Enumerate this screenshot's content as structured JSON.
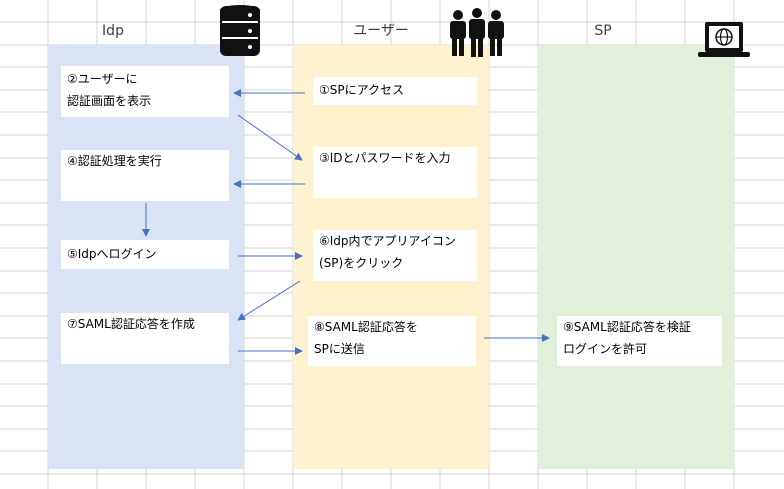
{
  "lanes": {
    "idp": "Idp",
    "user": "ユーザー",
    "sp": "SP"
  },
  "icons": {
    "idp": "database-icon",
    "user": "users-icon",
    "sp": "laptop-globe-icon"
  },
  "steps": {
    "s1": [
      "①SPにアクセス"
    ],
    "s2": [
      "②ユーザーに",
      "認証画面を表示"
    ],
    "s3": [
      "③IDとパスワードを入力"
    ],
    "s4": [
      "④認証処理を実行"
    ],
    "s5": [
      "⑤Idpへログイン"
    ],
    "s6": [
      "⑥Idp内でアプリアイコン",
      "(SP)をクリック"
    ],
    "s7": [
      "⑦SAML認証応答を作成"
    ],
    "s8": [
      "⑧SAML認証応答を",
      "SPに送信"
    ],
    "s9": [
      "⑨SAML認証応答を検証",
      "ログインを許可"
    ]
  },
  "colors": {
    "idp_lane": "#dae3f3",
    "user_lane": "#fff2cc",
    "sp_lane": "#e2efda",
    "arrow": "#4472c4",
    "grid": "#d4d4d4"
  }
}
